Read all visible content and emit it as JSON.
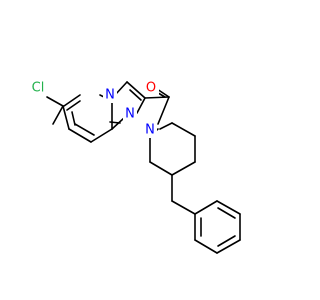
{
  "molecule": {
    "atoms": {
      "chlorine": {
        "text": "Cl",
        "color": "#22b14c"
      },
      "carbonyl_oxygen": {
        "text": "O",
        "color": "#ff0000"
      },
      "bridgehead_nitrogen": {
        "text": "N",
        "color": "#0000ff"
      },
      "imidazole_nitrogen": {
        "text": "N",
        "color": "#0000ff"
      },
      "piperidine_nitrogen": {
        "text": "N",
        "color": "#0000ff"
      }
    },
    "bond_color": "#000000"
  }
}
